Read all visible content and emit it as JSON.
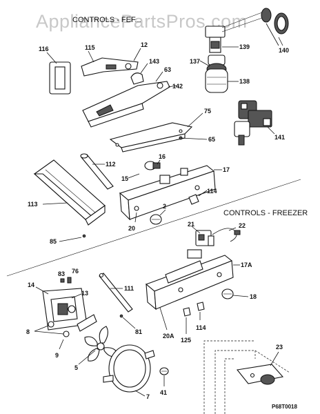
{
  "watermark": "AppliancePartsPros.com",
  "heading_top": "CONTROLS - FEF...",
  "heading_freezer": "CONTROLS - FREEZER",
  "figure_code": "P68T0018",
  "labels": {
    "l116": "116",
    "l115": "115",
    "l12": "12",
    "l143": "143",
    "l63": "63",
    "l142": "142",
    "l139": "139",
    "l140": "140",
    "l137": "137",
    "l138": "138",
    "l75": "75",
    "l65": "65",
    "l141": "141",
    "l16": "16",
    "l112": "112",
    "l17": "17",
    "l15": "15",
    "l114a": "114",
    "l113": "113",
    "l2": "2",
    "l20": "20",
    "l85": "85",
    "l21": "21",
    "l22": "22",
    "l83": "83",
    "l76": "76",
    "l14": "14",
    "l13": "13",
    "l111": "111",
    "l17a": "17A",
    "l18": "18",
    "l8": "8",
    "l81": "81",
    "l20a": "20A",
    "l114b": "114",
    "l125": "125",
    "l9": "9",
    "l5": "5",
    "l7": "7",
    "l41": "41",
    "l23": "23"
  }
}
